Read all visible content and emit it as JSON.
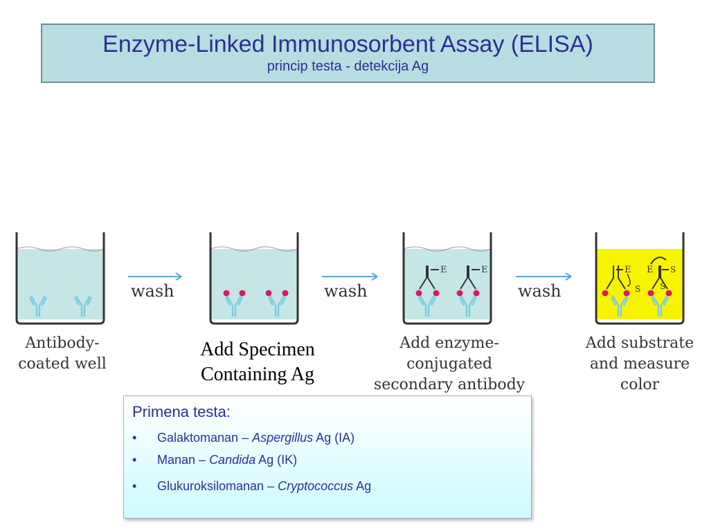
{
  "header": {
    "title": "Enzyme-Linked Immunosorbent Assay (ELISA)",
    "subtitle": "princip testa - detekcija Ag"
  },
  "diagram": {
    "wash_label": "wash",
    "enzyme_label": "E",
    "substrate_label": "S",
    "step1": [
      "Antibody-",
      "coated well"
    ],
    "step2": [
      "Add Specimen",
      "Containing Ag"
    ],
    "step3": [
      "Add enzyme-",
      "conjugated",
      "secondary antibody"
    ],
    "step4": [
      "Add substrate",
      "and measure",
      "color"
    ]
  },
  "info": {
    "heading": "Primena testa:",
    "items": [
      {
        "text": "Galaktomanan – ",
        "organism": "Aspergillus",
        "suffix": " Ag (IA)"
      },
      {
        "text": "Manan – ",
        "organism": "Candida",
        "suffix": " Ag (IK)"
      },
      {
        "text": "Glukuroksilomanan – ",
        "organism": "Cryptococcus",
        "suffix": " Ag"
      }
    ]
  },
  "colors": {
    "title_text": "#2d2f93",
    "title_bg": "#b7dde0",
    "well_liquid": "#c6e6e6",
    "well_substrate": "#f6f400",
    "antibody": "#7ccde0",
    "antigen": "#d81b60",
    "arrow": "#5aa7d0"
  }
}
